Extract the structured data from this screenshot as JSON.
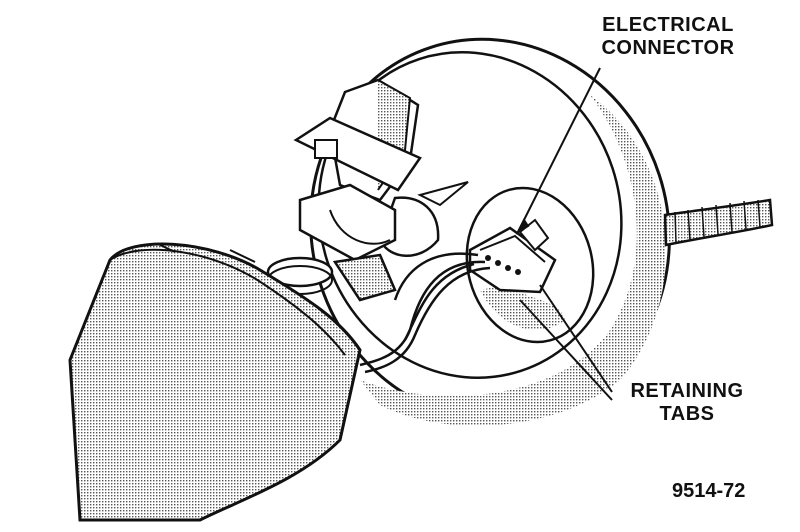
{
  "labels": {
    "electrical_connector_line1": "ELECTRICAL",
    "electrical_connector_line2": "CONNECTOR",
    "retaining_tabs_line1": "RETAINING",
    "retaining_tabs_line2": "TABS"
  },
  "figure_number": "9514-72",
  "colors": {
    "ink": "#111111",
    "paper": "#ffffff",
    "shade": "#b8b8b8"
  }
}
